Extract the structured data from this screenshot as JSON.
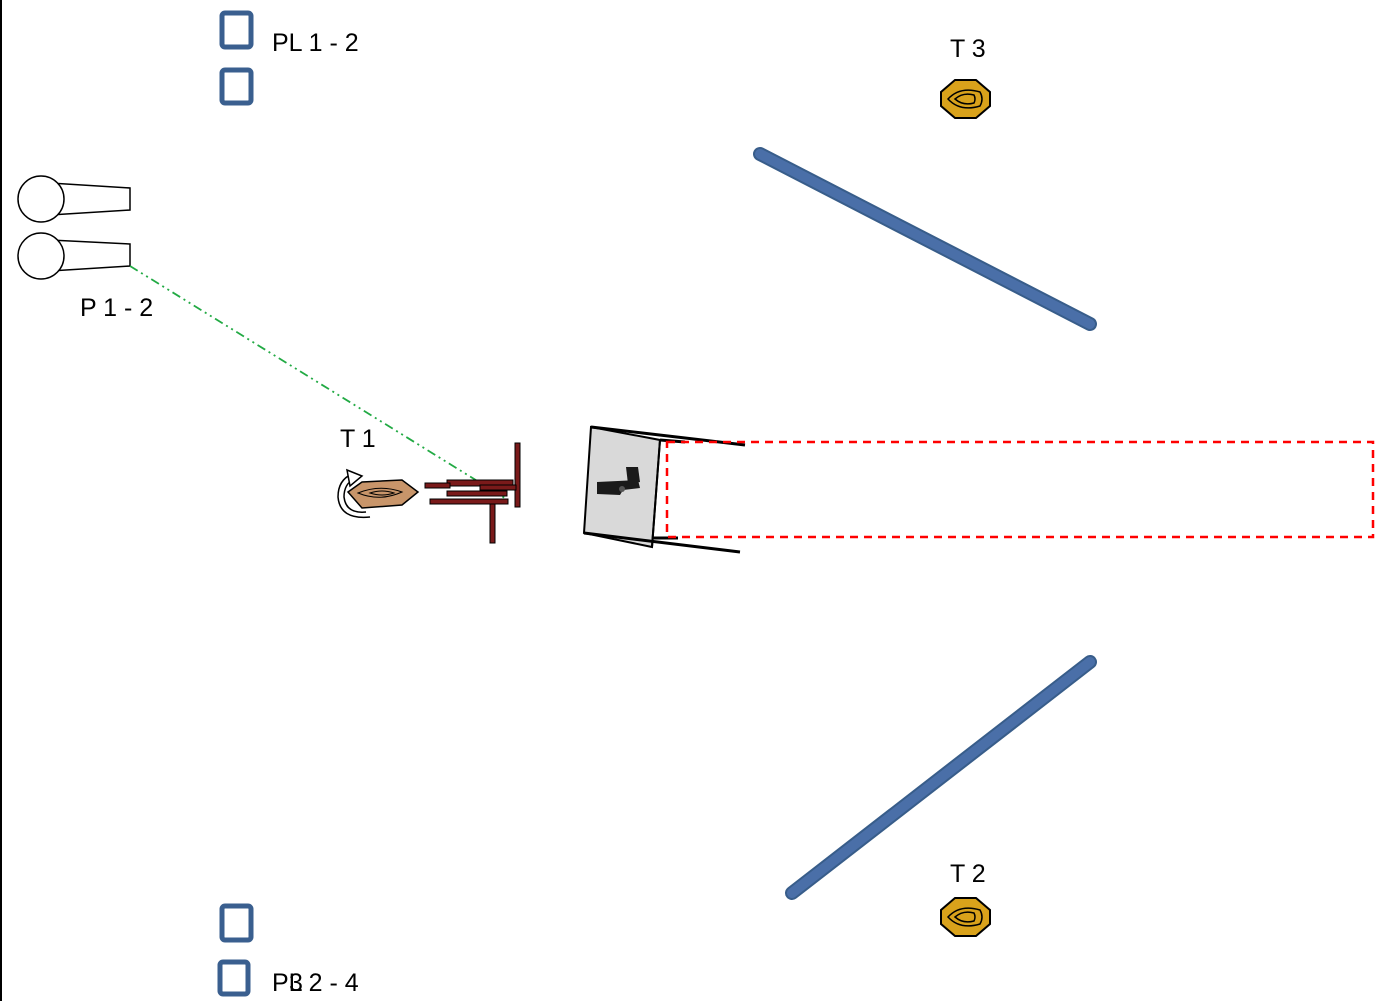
{
  "labels": {
    "pl_top": "PL 1 - 2",
    "pl_bottom_overlay_digit": "3",
    "pl_bottom": "PL 2 - 4",
    "t3": "T 3",
    "t1": "T 1",
    "t2": "T 2",
    "poppers": "P 1 - 2"
  },
  "colors": {
    "wall": "#4a6fa8",
    "wall_edge": "#385d8a",
    "marker": "#3a5f8f",
    "steel_target": "#d9a21b",
    "paper_target": "#c8956a",
    "swinger_frame": "#7a1a1a",
    "shooting_area": "#ff0000",
    "sight_line": "#22aa44",
    "table_fill": "#d9d9d9"
  },
  "icons": {
    "pistol": "pistol-icon",
    "swing_arrow": "rotation-arrow-icon"
  }
}
